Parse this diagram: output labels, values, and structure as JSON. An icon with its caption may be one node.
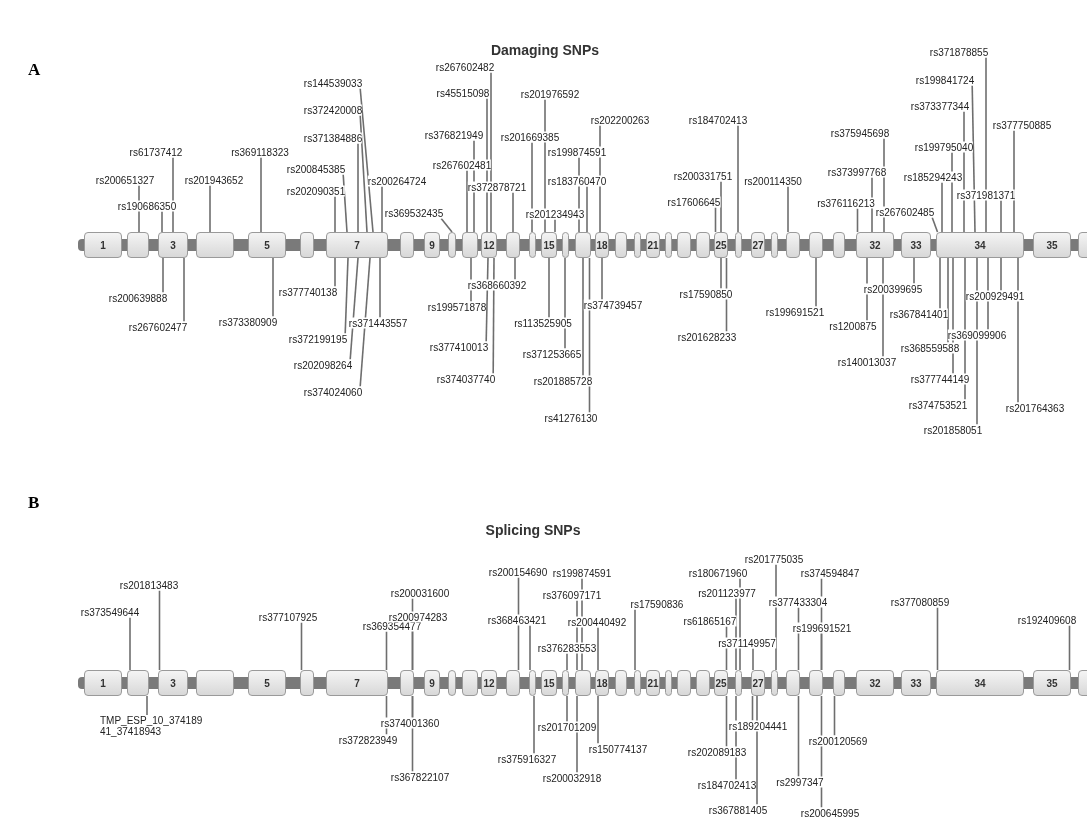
{
  "diagram": {
    "nodes": [
      {
        "text": [
          "1"
        ]
      },
      {
        "text": [],
        "shape": "box"
      },
      {
        "text": [
          "3"
        ]
      },
      {
        "text": [],
        "shape": "box"
      },
      {
        "text": [
          "5"
        ]
      },
      {
        "text": [],
        "shape": "box"
      },
      {
        "text": [
          "7"
        ]
      },
      {
        "text": [],
        "shape": "box"
      },
      {
        "text": [
          "9"
        ]
      },
      {
        "text": [],
        "shape": "box"
      },
      {
        "text": [],
        "shape": "box"
      },
      {
        "text": [
          "12"
        ]
      },
      {
        "text": [],
        "shape": "box"
      },
      {
        "text": [],
        "shape": "box"
      },
      {
        "text": [
          "15"
        ]
      },
      {
        "text": [],
        "shape": "box"
      },
      {
        "text": [],
        "shape": "box"
      },
      {
        "text": [
          "18"
        ]
      },
      {
        "text": [],
        "shape": "box"
      },
      {
        "text": [],
        "shape": "box"
      },
      {
        "text": [
          "21"
        ]
      },
      {
        "text": [],
        "shape": "box"
      },
      {
        "text": [],
        "shape": "box"
      },
      {
        "text": [],
        "shape": "box"
      },
      {
        "text": [
          "25"
        ]
      },
      {
        "text": [],
        "shape": "box"
      },
      {
        "text": [
          "27"
        ]
      },
      {
        "text": [],
        "shape": "box"
      },
      {
        "text": [],
        "shape": "box"
      },
      {
        "text": [],
        "shape": "box"
      },
      {
        "text": [],
        "shape": "box"
      },
      {
        "text": [
          "32"
        ]
      },
      {
        "text": [
          "33"
        ]
      },
      {
        "text": [
          "34"
        ]
      },
      {
        "text": [
          "35"
        ]
      },
      {
        "text": [],
        "shape": "box"
      },
      {
        "text": [
          "rs200651327"
        ]
      },
      {
        "text": [
          "rs61737412"
        ]
      },
      {
        "text": [
          "rs190686350"
        ]
      },
      {
        "text": [
          "rs201943652"
        ]
      },
      {
        "text": [
          "rs369118323"
        ]
      },
      {
        "text": [
          "rs144539033"
        ]
      },
      {
        "text": [
          "rs372420008"
        ]
      },
      {
        "text": [
          "rs371384886"
        ]
      },
      {
        "text": [
          "rs200845385"
        ]
      },
      {
        "text": [
          "rs202090351"
        ]
      },
      {
        "text": [
          "rs200264724"
        ]
      },
      {
        "text": [
          "rs369532435"
        ]
      },
      {
        "text": [
          "rs267602482"
        ]
      },
      {
        "text": [
          "rs45515098"
        ]
      },
      {
        "text": [
          "rs376821949"
        ]
      },
      {
        "text": [
          "rs267602481"
        ]
      },
      {
        "text": [
          "rs372878721"
        ]
      },
      {
        "text": [
          "rs201669385"
        ]
      },
      {
        "text": [
          "rs201976592"
        ]
      },
      {
        "text": [
          "rs199874591"
        ]
      },
      {
        "text": [
          "rs183760470"
        ]
      },
      {
        "text": [
          "rs201234943"
        ]
      },
      {
        "text": [
          "rs202200263"
        ]
      },
      {
        "text": [
          "rs184702413"
        ]
      },
      {
        "text": [
          "rs200331751"
        ]
      },
      {
        "text": [
          "rs17606645"
        ]
      },
      {
        "text": [
          "rs200114350"
        ]
      },
      {
        "text": [
          "rs371878855"
        ]
      },
      {
        "text": [
          "rs199841724"
        ]
      },
      {
        "text": [
          "rs373377344"
        ]
      },
      {
        "text": [
          "rs377750885"
        ]
      },
      {
        "text": [
          "rs375945698"
        ]
      },
      {
        "text": [
          "rs199795040"
        ]
      },
      {
        "text": [
          "rs373997768"
        ]
      },
      {
        "text": [
          "rs185294243"
        ]
      },
      {
        "text": [
          "rs376116213"
        ]
      },
      {
        "text": [
          "rs267602485"
        ]
      },
      {
        "text": [
          "rs371981371"
        ]
      },
      {
        "text": [
          "rs200639888"
        ]
      },
      {
        "text": [
          "rs267602477"
        ]
      },
      {
        "text": [
          "rs377740138"
        ]
      },
      {
        "text": [
          "rs373380909"
        ]
      },
      {
        "text": [
          "rs371443557"
        ]
      },
      {
        "text": [
          "rs372199195"
        ]
      },
      {
        "text": [
          "rs202098264"
        ]
      },
      {
        "text": [
          "rs374024060"
        ]
      },
      {
        "text": [
          "rs368660392"
        ]
      },
      {
        "text": [
          "rs199571878"
        ]
      },
      {
        "text": [
          "rs377410013"
        ]
      },
      {
        "text": [
          "rs374037740"
        ]
      },
      {
        "text": [
          "rs113525905"
        ]
      },
      {
        "text": [
          "rs371253665"
        ]
      },
      {
        "text": [
          "rs201885728"
        ]
      },
      {
        "text": [
          "rs41276130"
        ]
      },
      {
        "text": [
          "rs374739457"
        ]
      },
      {
        "text": [
          "rs17590850"
        ]
      },
      {
        "text": [
          "rs201628233"
        ]
      },
      {
        "text": [
          "rs199691521"
        ]
      },
      {
        "text": [
          "rs200399695"
        ]
      },
      {
        "text": [
          "rs1200875"
        ]
      },
      {
        "text": [
          "rs367841401"
        ]
      },
      {
        "text": [
          "rs140013037"
        ]
      },
      {
        "text": [
          "rs200929491"
        ]
      },
      {
        "text": [
          "rs369099906"
        ]
      },
      {
        "text": [
          "rs368559588"
        ]
      },
      {
        "text": [
          "rs377744149"
        ]
      },
      {
        "text": [
          "rs374753521"
        ]
      },
      {
        "text": [
          "rs201858051"
        ]
      },
      {
        "text": [
          "rs201764363"
        ]
      },
      {
        "text": [
          "1"
        ]
      },
      {
        "text": [],
        "shape": "box"
      },
      {
        "text": [
          "3"
        ]
      },
      {
        "text": [],
        "shape": "box"
      },
      {
        "text": [
          "5"
        ]
      },
      {
        "text": [],
        "shape": "box"
      },
      {
        "text": [
          "7"
        ]
      },
      {
        "text": [],
        "shape": "box"
      },
      {
        "text": [
          "9"
        ]
      },
      {
        "text": [],
        "shape": "box"
      },
      {
        "text": [],
        "shape": "box"
      },
      {
        "text": [
          "12"
        ]
      },
      {
        "text": [],
        "shape": "box"
      },
      {
        "text": [],
        "shape": "box"
      },
      {
        "text": [
          "15"
        ]
      },
      {
        "text": [],
        "shape": "box"
      },
      {
        "text": [],
        "shape": "box"
      },
      {
        "text": [
          "18"
        ]
      },
      {
        "text": [],
        "shape": "box"
      },
      {
        "text": [],
        "shape": "box"
      },
      {
        "text": [
          "21"
        ]
      },
      {
        "text": [],
        "shape": "box"
      },
      {
        "text": [],
        "shape": "box"
      },
      {
        "text": [],
        "shape": "box"
      },
      {
        "text": [
          "25"
        ]
      },
      {
        "text": [],
        "shape": "box"
      },
      {
        "text": [
          "27"
        ]
      },
      {
        "text": [],
        "shape": "box"
      },
      {
        "text": [],
        "shape": "box"
      },
      {
        "text": [],
        "shape": "box"
      },
      {
        "text": [],
        "shape": "box"
      },
      {
        "text": [
          "32"
        ]
      },
      {
        "text": [
          "33"
        ]
      },
      {
        "text": [
          "34"
        ]
      },
      {
        "text": [
          "35"
        ]
      },
      {
        "text": [],
        "shape": "box"
      },
      {
        "text": [
          "rs373549644"
        ]
      },
      {
        "text": [
          "rs201813483"
        ]
      },
      {
        "text": [
          "rs377107925"
        ]
      },
      {
        "text": [
          "rs369354477"
        ]
      },
      {
        "text": [
          "rs200031600"
        ]
      },
      {
        "text": [
          "rs200974283"
        ]
      },
      {
        "text": [
          "rs200154690"
        ]
      },
      {
        "text": [
          "rs199874591"
        ]
      },
      {
        "text": [
          "rs376097171"
        ]
      },
      {
        "text": [
          "rs368463421"
        ]
      },
      {
        "text": [
          "rs200440492"
        ]
      },
      {
        "text": [
          "rs376283553"
        ]
      },
      {
        "text": [
          "rs17590836"
        ]
      },
      {
        "text": [
          "rs180671960"
        ]
      },
      {
        "text": [
          "rs201775035"
        ]
      },
      {
        "text": [
          "rs374594847"
        ]
      },
      {
        "text": [
          "rs201123977"
        ]
      },
      {
        "text": [
          "rs61865167"
        ]
      },
      {
        "text": [
          "rs377433304"
        ]
      },
      {
        "text": [
          "rs371149957"
        ]
      },
      {
        "text": [
          "rs199691521"
        ]
      },
      {
        "text": [
          "rs377080859"
        ]
      },
      {
        "text": [
          "rs192409608"
        ]
      },
      {
        "text": [
          "TMP_ESP_10_374189 41_37418943"
        ]
      },
      {
        "text": [
          "rs372823949"
        ]
      },
      {
        "text": [
          "rs374001360"
        ]
      },
      {
        "text": [
          "rs367822107"
        ]
      },
      {
        "text": [
          "rs201701209"
        ]
      },
      {
        "text": [
          "rs375916327"
        ]
      },
      {
        "text": [
          "rs150774137"
        ]
      },
      {
        "text": [
          "rs200032918"
        ]
      },
      {
        "text": [
          "rs189204441"
        ]
      },
      {
        "text": [
          "rs202089183"
        ]
      },
      {
        "text": [
          "rs200120569"
        ]
      },
      {
        "text": [
          "rs184702413"
        ]
      },
      {
        "text": [
          "rs2997347"
        ]
      },
      {
        "text": [
          "rs367881405"
        ]
      },
      {
        "text": [
          "rs200645995"
        ]
      }
    ],
    "edges": [
      {
        "from": 36,
        "to": 1,
        "arrow": "none"
      },
      {
        "from": 37,
        "to": 2,
        "arrow": "none"
      },
      {
        "from": 38,
        "to": 2,
        "arrow": "none"
      },
      {
        "from": 39,
        "to": 3,
        "arrow": "none"
      },
      {
        "from": 40,
        "to": 4,
        "arrow": "none"
      },
      {
        "from": 41,
        "to": 6,
        "arrow": "none"
      },
      {
        "from": 42,
        "to": 6,
        "arrow": "none"
      },
      {
        "from": 43,
        "to": 6,
        "arrow": "none"
      },
      {
        "from": 44,
        "to": 6,
        "arrow": "none"
      },
      {
        "from": 45,
        "to": 6,
        "arrow": "none"
      },
      {
        "from": 46,
        "to": 6,
        "arrow": "none"
      },
      {
        "from": 47,
        "to": 9,
        "arrow": "none"
      },
      {
        "from": 48,
        "to": 11,
        "arrow": "none"
      },
      {
        "from": 49,
        "to": 11,
        "arrow": "none"
      },
      {
        "from": 50,
        "to": 10,
        "arrow": "none"
      },
      {
        "from": 51,
        "to": 10,
        "arrow": "none"
      },
      {
        "from": 52,
        "to": 12,
        "arrow": "none"
      },
      {
        "from": 53,
        "to": 13,
        "arrow": "none"
      },
      {
        "from": 54,
        "to": 14,
        "arrow": "none"
      },
      {
        "from": 55,
        "to": 16,
        "arrow": "none"
      },
      {
        "from": 56,
        "to": 16,
        "arrow": "none"
      },
      {
        "from": 57,
        "to": 14,
        "arrow": "none"
      },
      {
        "from": 58,
        "to": 17,
        "arrow": "none"
      },
      {
        "from": 59,
        "to": 25,
        "arrow": "none"
      },
      {
        "from": 60,
        "to": 24,
        "arrow": "none"
      },
      {
        "from": 61,
        "to": 24,
        "arrow": "none"
      },
      {
        "from": 62,
        "to": 28,
        "arrow": "none"
      },
      {
        "from": 63,
        "to": 33,
        "arrow": "none"
      },
      {
        "from": 64,
        "to": 33,
        "arrow": "none"
      },
      {
        "from": 65,
        "to": 33,
        "arrow": "none"
      },
      {
        "from": 66,
        "to": 33,
        "arrow": "none"
      },
      {
        "from": 67,
        "to": 31,
        "arrow": "none"
      },
      {
        "from": 68,
        "to": 33,
        "arrow": "none"
      },
      {
        "from": 69,
        "to": 31,
        "arrow": "none"
      },
      {
        "from": 70,
        "to": 33,
        "arrow": "none"
      },
      {
        "from": 71,
        "to": 31,
        "arrow": "none"
      },
      {
        "from": 72,
        "to": 33,
        "arrow": "none"
      },
      {
        "from": 73,
        "to": 33,
        "arrow": "none"
      },
      {
        "from": 74,
        "to": 2,
        "arrow": "none"
      },
      {
        "from": 75,
        "to": 2,
        "arrow": "none"
      },
      {
        "from": 76,
        "to": 6,
        "arrow": "none"
      },
      {
        "from": 77,
        "to": 4,
        "arrow": "none"
      },
      {
        "from": 78,
        "to": 6,
        "arrow": "none"
      },
      {
        "from": 79,
        "to": 6,
        "arrow": "none"
      },
      {
        "from": 80,
        "to": 6,
        "arrow": "none"
      },
      {
        "from": 81,
        "to": 6,
        "arrow": "none"
      },
      {
        "from": 82,
        "to": 12,
        "arrow": "none"
      },
      {
        "from": 83,
        "to": 10,
        "arrow": "none"
      },
      {
        "from": 84,
        "to": 11,
        "arrow": "none"
      },
      {
        "from": 85,
        "to": 11,
        "arrow": "none"
      },
      {
        "from": 86,
        "to": 14,
        "arrow": "none"
      },
      {
        "from": 87,
        "to": 15,
        "arrow": "none"
      },
      {
        "from": 88,
        "to": 16,
        "arrow": "none"
      },
      {
        "from": 89,
        "to": 16,
        "arrow": "none"
      },
      {
        "from": 90,
        "to": 17,
        "arrow": "none"
      },
      {
        "from": 91,
        "to": 24,
        "arrow": "none"
      },
      {
        "from": 92,
        "to": 24,
        "arrow": "none"
      },
      {
        "from": 93,
        "to": 29,
        "arrow": "none"
      },
      {
        "from": 94,
        "to": 32,
        "arrow": "none"
      },
      {
        "from": 95,
        "to": 31,
        "arrow": "none"
      },
      {
        "from": 96,
        "to": 33,
        "arrow": "none"
      },
      {
        "from": 97,
        "to": 31,
        "arrow": "none"
      },
      {
        "from": 98,
        "to": 33,
        "arrow": "none"
      },
      {
        "from": 99,
        "to": 33,
        "arrow": "none"
      },
      {
        "from": 100,
        "to": 33,
        "arrow": "none"
      },
      {
        "from": 101,
        "to": 33,
        "arrow": "none"
      },
      {
        "from": 102,
        "to": 33,
        "arrow": "none"
      },
      {
        "from": 103,
        "to": 33,
        "arrow": "none"
      },
      {
        "from": 104,
        "to": 33,
        "arrow": "none"
      },
      {
        "from": 141,
        "to": 106,
        "arrow": "none"
      },
      {
        "from": 142,
        "to": 107,
        "arrow": "none"
      },
      {
        "from": 143,
        "to": 110,
        "arrow": "none"
      },
      {
        "from": 144,
        "to": 111,
        "arrow": "none"
      },
      {
        "from": 145,
        "to": 112,
        "arrow": "none"
      },
      {
        "from": 146,
        "to": 112,
        "arrow": "none"
      },
      {
        "from": 147,
        "to": 117,
        "arrow": "none"
      },
      {
        "from": 148,
        "to": 121,
        "arrow": "none"
      },
      {
        "from": 149,
        "to": 121,
        "arrow": "none"
      },
      {
        "from": 150,
        "to": 118,
        "arrow": "none"
      },
      {
        "from": 151,
        "to": 122,
        "arrow": "none"
      },
      {
        "from": 152,
        "to": 120,
        "arrow": "none"
      },
      {
        "from": 153,
        "to": 124,
        "arrow": "none"
      },
      {
        "from": 154,
        "to": 130,
        "arrow": "none"
      },
      {
        "from": 155,
        "to": 132,
        "arrow": "none"
      },
      {
        "from": 156,
        "to": 134,
        "arrow": "none"
      },
      {
        "from": 157,
        "to": 130,
        "arrow": "none"
      },
      {
        "from": 158,
        "to": 129,
        "arrow": "none"
      },
      {
        "from": 159,
        "to": 133,
        "arrow": "none"
      },
      {
        "from": 160,
        "to": 131,
        "arrow": "none"
      },
      {
        "from": 161,
        "to": 134,
        "arrow": "none"
      },
      {
        "from": 162,
        "to": 138,
        "arrow": "none"
      },
      {
        "from": 163,
        "to": 139,
        "arrow": "none"
      },
      {
        "from": 164,
        "to": 106,
        "arrow": "none"
      },
      {
        "from": 165,
        "to": 111,
        "arrow": "none"
      },
      {
        "from": 166,
        "to": 112,
        "arrow": "none"
      },
      {
        "from": 167,
        "to": 112,
        "arrow": "none"
      },
      {
        "from": 168,
        "to": 120,
        "arrow": "none"
      },
      {
        "from": 169,
        "to": 118,
        "arrow": "none"
      },
      {
        "from": 170,
        "to": 122,
        "arrow": "none"
      },
      {
        "from": 171,
        "to": 121,
        "arrow": "none"
      },
      {
        "from": 172,
        "to": 131,
        "arrow": "none"
      },
      {
        "from": 173,
        "to": 129,
        "arrow": "none"
      },
      {
        "from": 174,
        "to": 135,
        "arrow": "none"
      },
      {
        "from": 175,
        "to": 130,
        "arrow": "none"
      },
      {
        "from": 176,
        "to": 133,
        "arrow": "none"
      },
      {
        "from": 177,
        "to": 131,
        "arrow": "none"
      },
      {
        "from": 178,
        "to": 134,
        "arrow": "none"
      }
    ],
    "labels": [
      "A",
      "Damaging SNPs",
      "B",
      "Splicing SNPs"
    ]
  }
}
